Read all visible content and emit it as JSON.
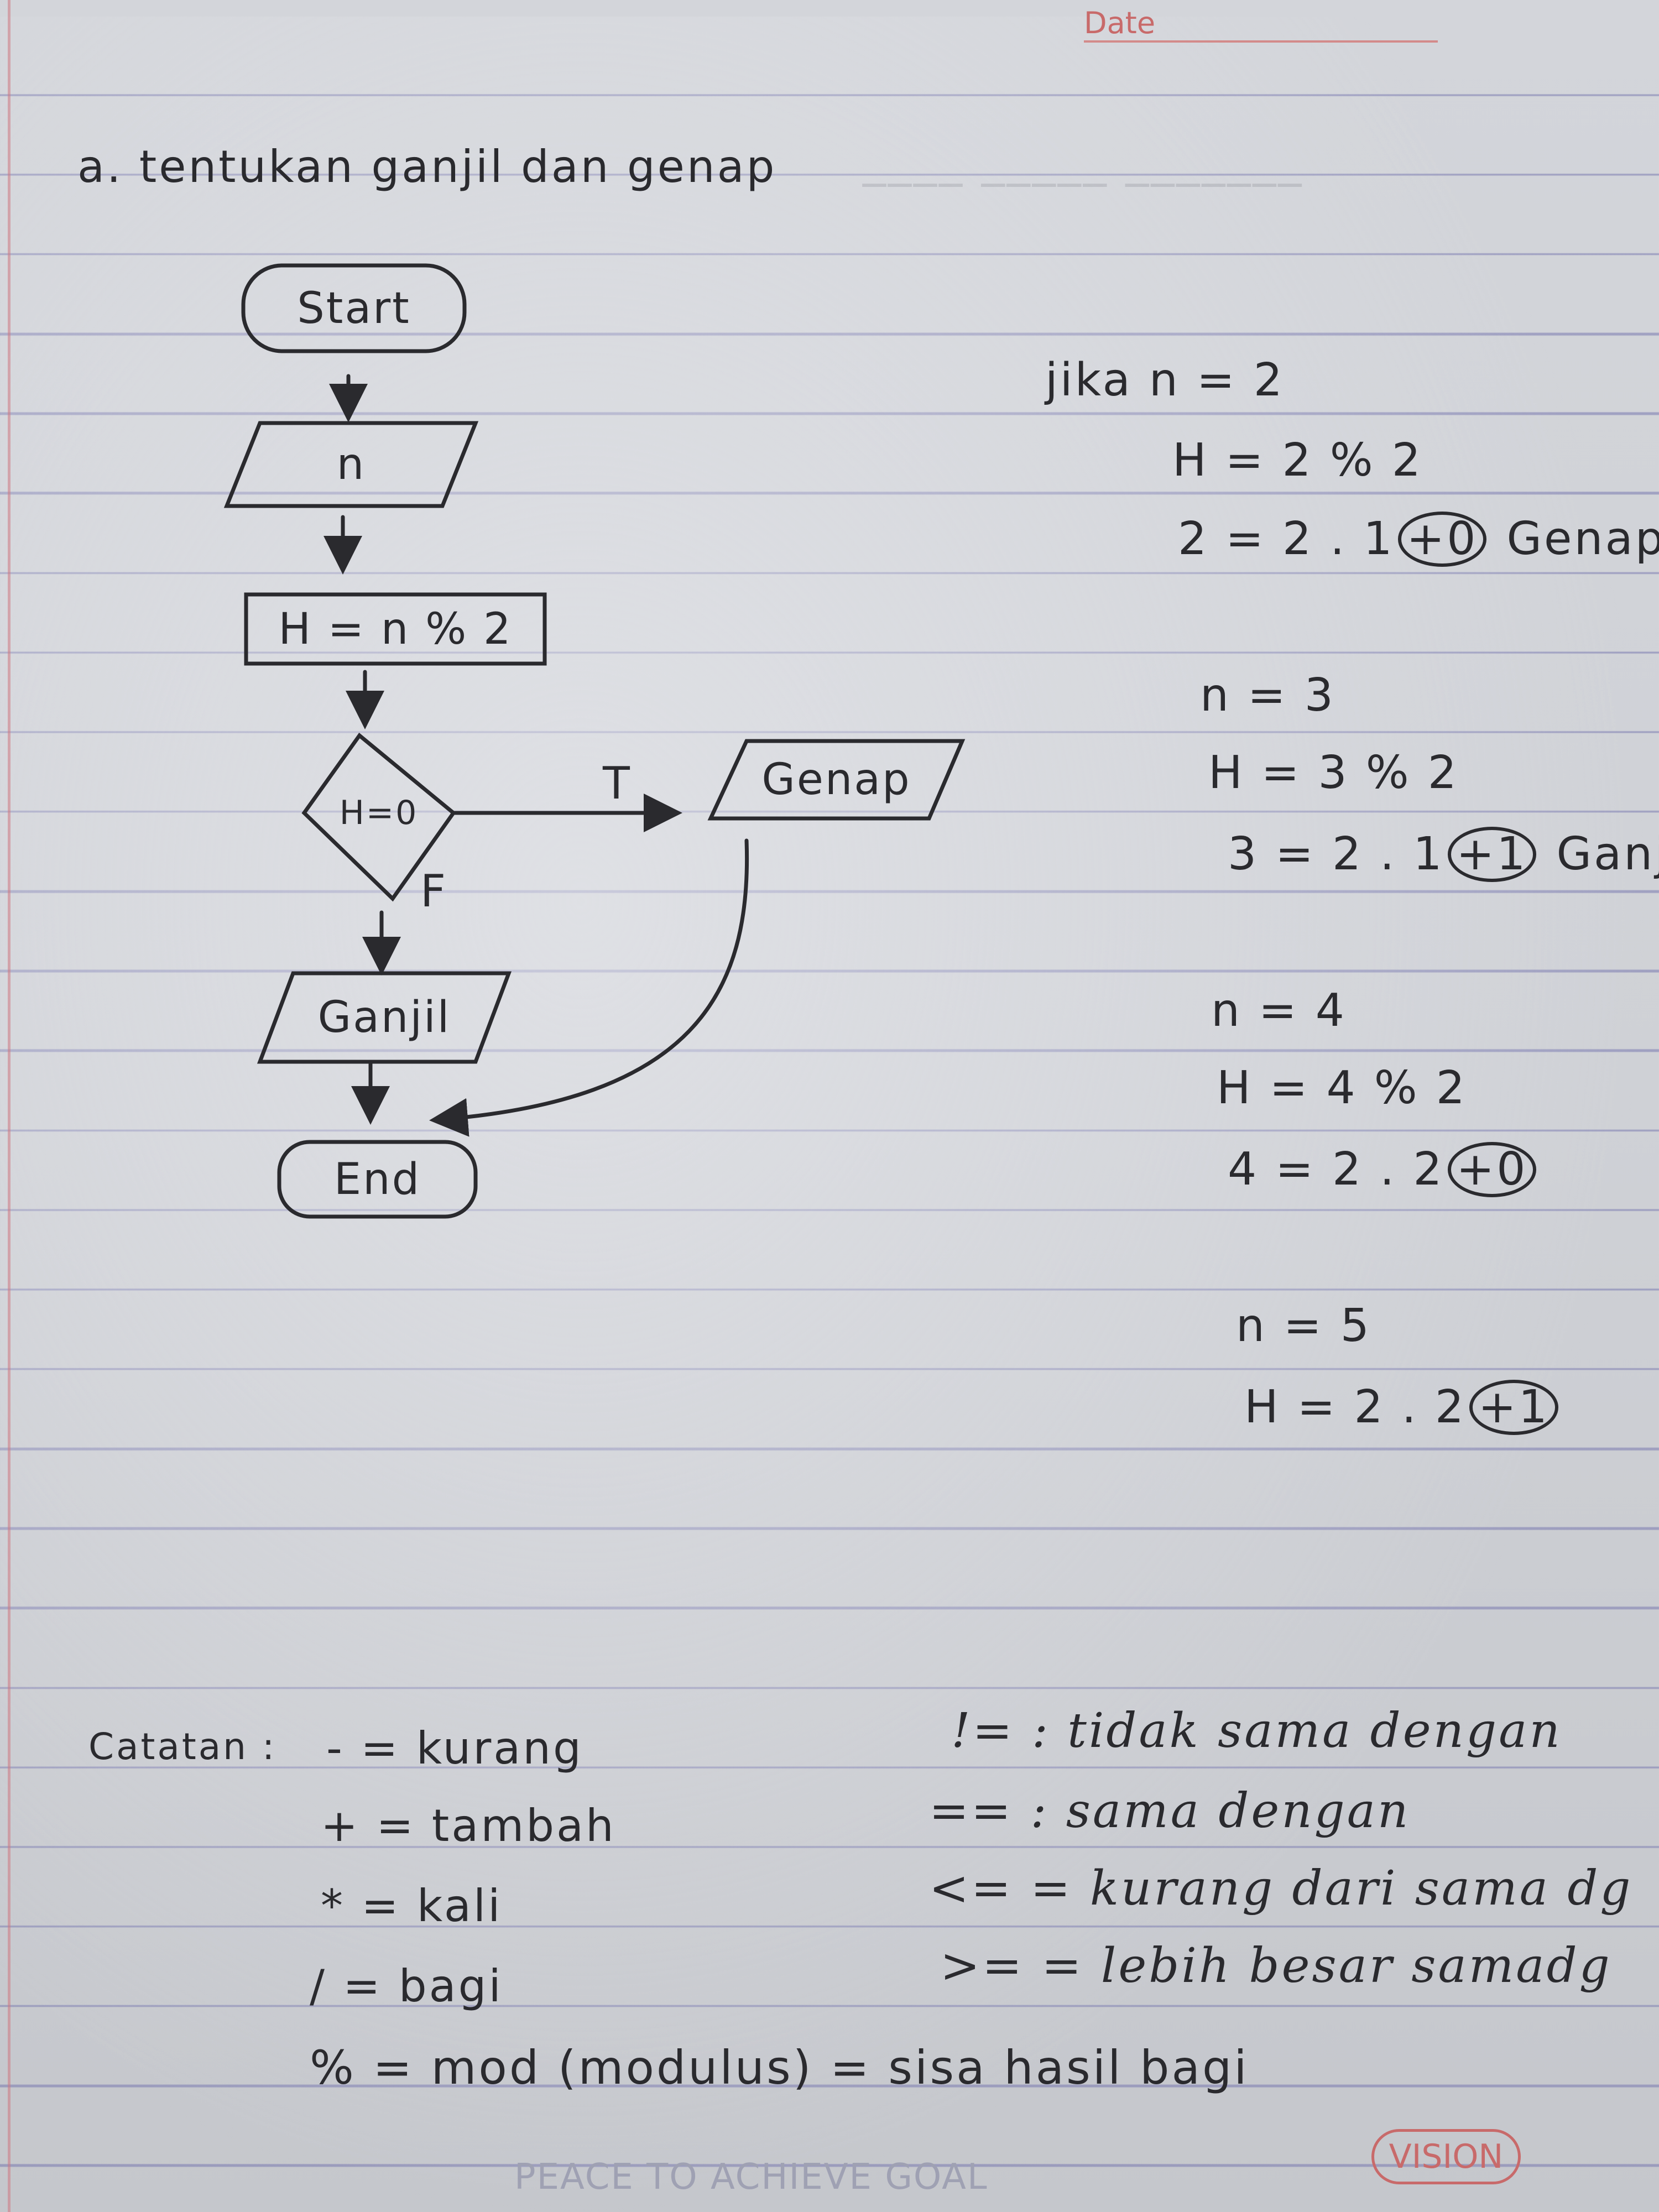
{
  "header": {
    "date_label": "Date"
  },
  "title": "a. tentukan ganjil dan genap",
  "flowchart": {
    "start": "Start",
    "input": "n",
    "process": "H = n % 2",
    "decision": "H=0",
    "true_label": "T",
    "false_label": "F",
    "output_true": "Genap",
    "output_false": "Ganjil",
    "end": "End"
  },
  "examples": [
    {
      "lines": [
        "jika  n = 2",
        "H = 2 % 2"
      ],
      "result_left": "2  =  2 . 1",
      "remainder": "+0",
      "verdict": "Genap"
    },
    {
      "lines": [
        "n = 3",
        "H = 3 % 2"
      ],
      "result_left": "3  =  2 . 1",
      "remainder": "+1",
      "verdict": "Ganjil"
    },
    {
      "lines": [
        "n = 4",
        "H = 4 % 2"
      ],
      "result_left": "4  =  2 . 2",
      "remainder": "+0",
      "verdict": ""
    },
    {
      "lines": [
        "n = 5"
      ],
      "result_left": "H  =  2 . 2",
      "remainder": "+1",
      "verdict": ""
    }
  ],
  "notes": {
    "label": "Catatan :",
    "left": [
      {
        "symbol": "-",
        "meaning": "= kurang"
      },
      {
        "symbol": "+",
        "meaning": "= tambah"
      },
      {
        "symbol": "*",
        "meaning": "= kali"
      },
      {
        "symbol": "/",
        "meaning": "= bagi"
      }
    ],
    "right": [
      {
        "symbol": "!=",
        "meaning": ": tidak  sama dengan"
      },
      {
        "symbol": "==",
        "meaning": ": sama dengan"
      },
      {
        "symbol": "<=",
        "meaning": "= kurang dari  sama dg"
      },
      {
        "symbol": ">=",
        "meaning": "= lebih  besar  samadg"
      }
    ],
    "modulus": "%  =  mod  (modulus)  =  sisa  hasil  bagi"
  },
  "footer": {
    "slogan": "PEACE TO ACHIEVE GOAL",
    "brand": "VISION"
  }
}
